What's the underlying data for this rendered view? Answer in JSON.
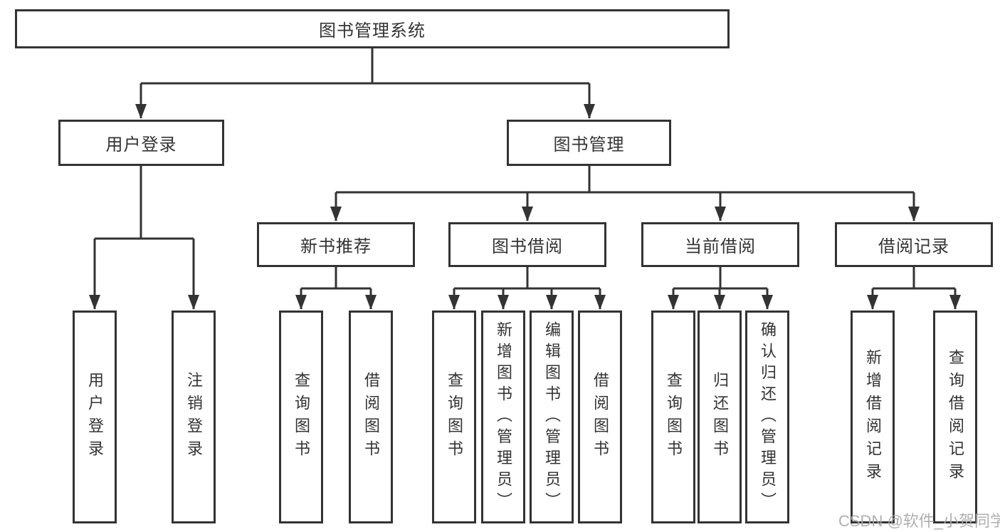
{
  "diagram": {
    "root": {
      "label": "图书管理系统"
    },
    "level1": [
      {
        "label": "用户登录",
        "leaves": [
          "用户登录",
          "注销登录"
        ]
      },
      {
        "label": "图书管理",
        "sections": [
          {
            "label": "新书推荐",
            "leaves": [
              "查询图书",
              "借阅图书"
            ]
          },
          {
            "label": "图书借阅",
            "leaves": [
              "查询图书",
              "新增图书（管理员）",
              "编辑图书（管理员）",
              "借阅图书"
            ]
          },
          {
            "label": "当前借阅",
            "leaves": [
              "查询图书",
              "归还图书",
              "确认归还（管理员）"
            ]
          },
          {
            "label": "借阅记录",
            "leaves": [
              "新增借阅记录",
              "查询借阅记录"
            ]
          }
        ]
      }
    ],
    "line_color": "#333333",
    "box_background": "#ffffff"
  },
  "watermark": {
    "text": "CSDN @软件_小贺同学"
  }
}
